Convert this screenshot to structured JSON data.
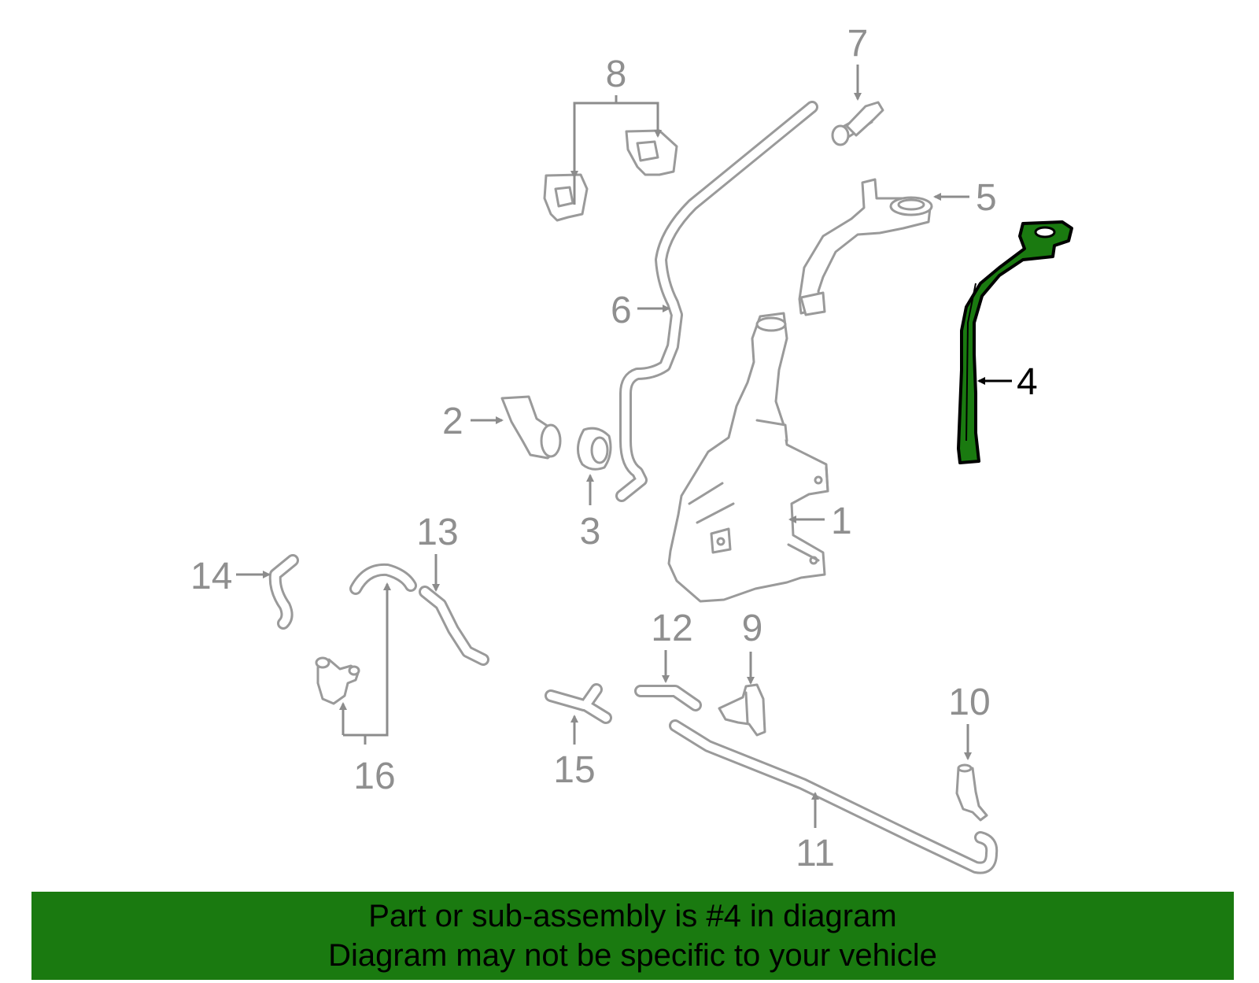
{
  "diagram": {
    "highlight_color": "#1a7a10",
    "highlighted_part": "4",
    "callouts": {
      "c1": "1",
      "c2": "2",
      "c3": "3",
      "c4": "4",
      "c5": "5",
      "c6": "6",
      "c7": "7",
      "c8": "8",
      "c9": "9",
      "c10": "10",
      "c11": "11",
      "c12": "12",
      "c13": "13",
      "c14": "14",
      "c15": "15",
      "c16": "16"
    }
  },
  "banner": {
    "line1": "Part or sub-assembly is #4 in diagram",
    "line2": "Diagram may not be specific to your vehicle",
    "background": "#1a7a10"
  }
}
